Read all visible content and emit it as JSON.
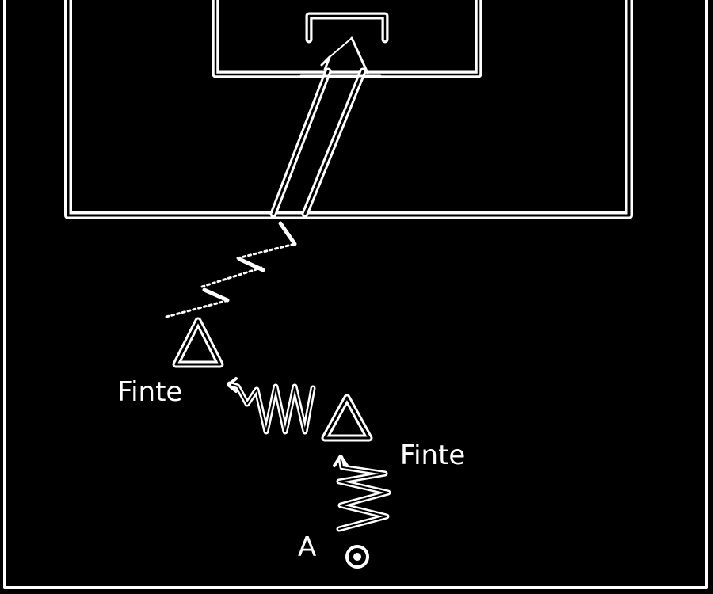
{
  "diagram": {
    "labels": {
      "feint_left": "Finte",
      "feint_right": "Finte",
      "player": "A"
    },
    "colors": {
      "background": "#000000",
      "line": "#ffffff",
      "marker": "#ffffff"
    },
    "icons": {
      "cone": "triangle-cone-icon",
      "ball": "ball-icon",
      "goal": "goal-frame-icon"
    }
  }
}
